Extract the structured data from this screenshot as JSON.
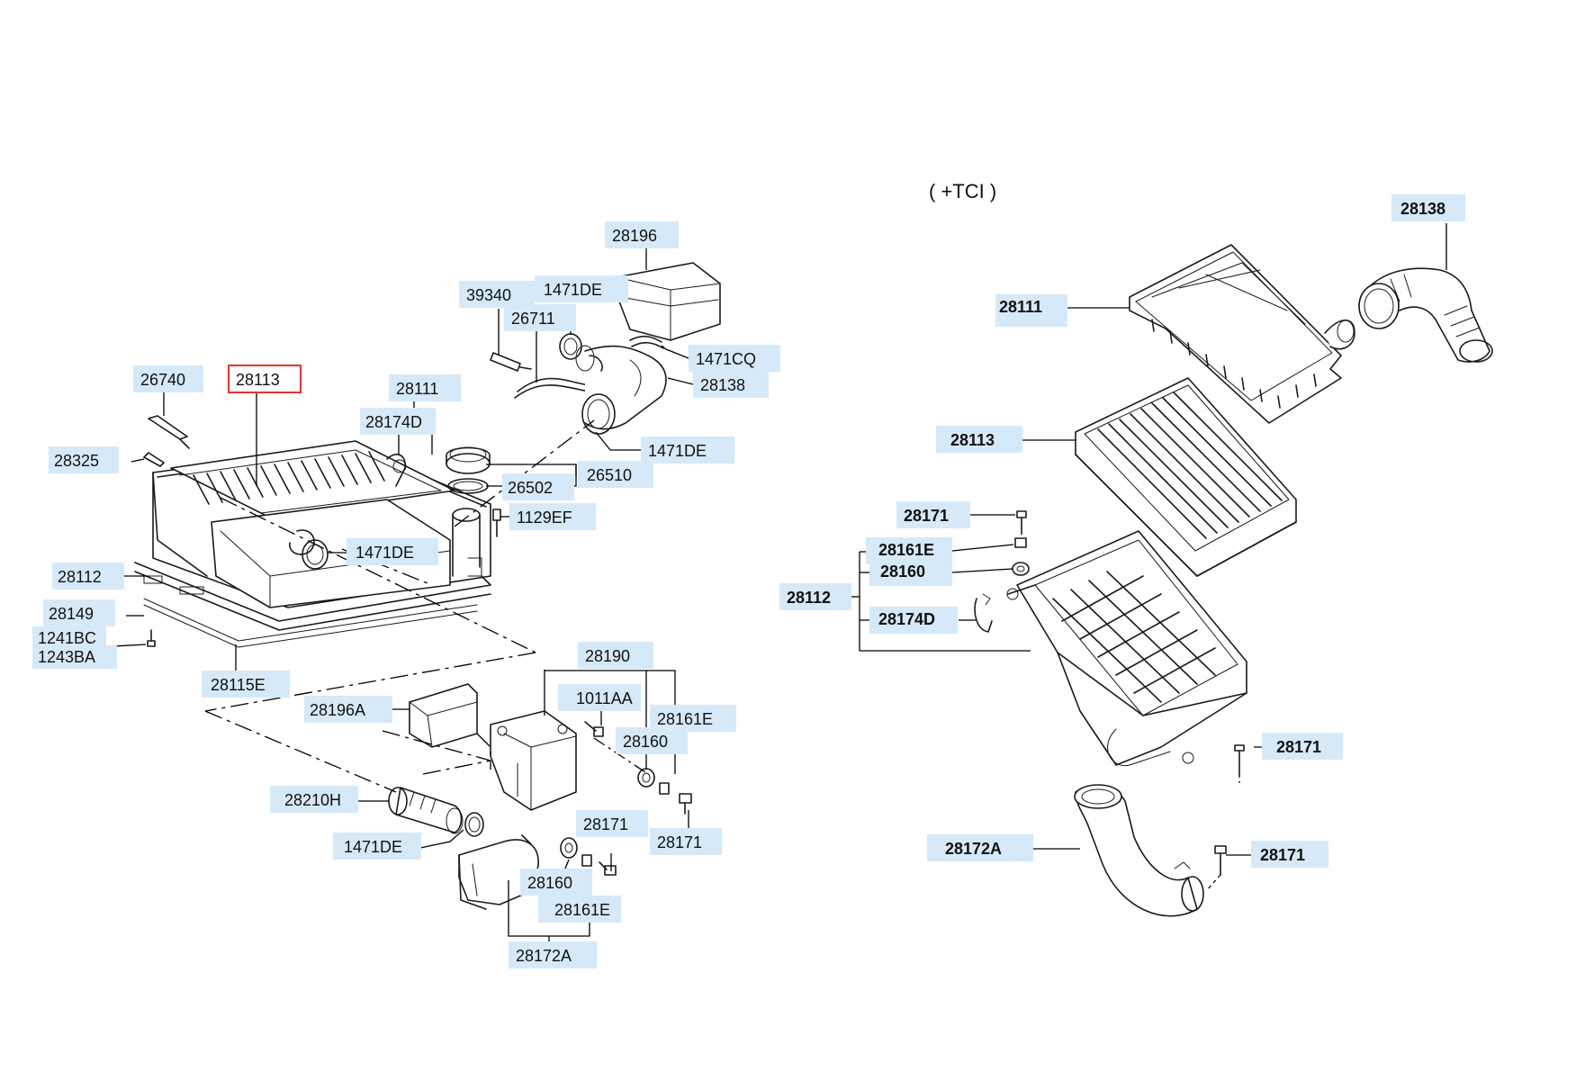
{
  "variant_label": "( +TCI )",
  "highlight": "28113",
  "left_labels": {
    "p26740": "26740",
    "p28113": "28113",
    "p28111": "28111",
    "p28174D": "28174D",
    "p28325": "28325",
    "p28112": "28112",
    "p28149": "28149",
    "p1241BC": "1241BC",
    "p1243BA": "1243BA",
    "p28115E": "28115E",
    "p1471DE_a": "1471DE",
    "p28196": "28196",
    "p39340": "39340",
    "p1471DE_b": "1471DE",
    "p26711": "26711",
    "p1471CQ": "1471CQ",
    "p28138": "28138",
    "p1471DE_c": "1471DE",
    "p26502": "26502",
    "p26510": "26510",
    "p1129EF": "1129EF",
    "p28190": "28190",
    "p1011AA": "1011AA",
    "p28161E_a": "28161E",
    "p28160_a": "28160",
    "p28196A": "28196A",
    "p28210H": "28210H",
    "p1471DE_d": "1471DE",
    "p28171_a": "28171",
    "p28171_b": "28171",
    "p28160_b": "28160",
    "p28161E_b": "28161E",
    "p28172A": "28172A"
  },
  "right_labels": {
    "r28138": "28138",
    "r28111": "28111",
    "r28113": "28113",
    "r28171_a": "28171",
    "r28161E": "28161E",
    "r28160": "28160",
    "r28112": "28112",
    "r28174D": "28174D",
    "r28171_b": "28171",
    "r28172A": "28172A",
    "r28171_c": "28171"
  },
  "colors": {
    "label_bg": "#d6e9f8",
    "highlight_border": "#e8322d",
    "line": "#1a1a1a"
  }
}
